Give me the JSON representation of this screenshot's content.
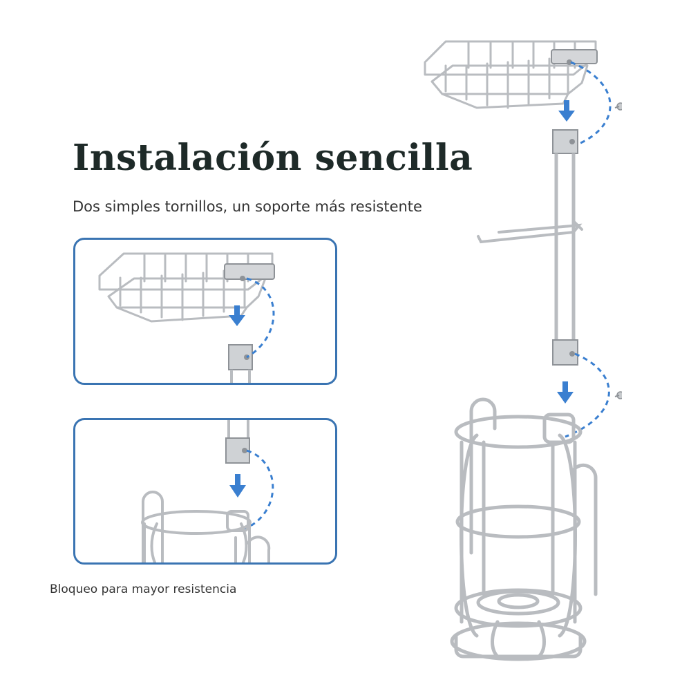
{
  "heading": {
    "title": "Instalación sencilla",
    "subtitle": "Dos simples tornillos, un soporte más resistente"
  },
  "caption": {
    "text": "Bloqueo para mayor resistencia"
  },
  "colors": {
    "title": "#1e2a28",
    "text": "#333333",
    "panel_border": "#3a74b2",
    "arrow": "#3a7fd0",
    "metal": "#b9bcc0",
    "metal_dark": "#8e9297"
  },
  "icons": {
    "arrow": "down-arrow-icon",
    "screw": "screw-icon"
  }
}
